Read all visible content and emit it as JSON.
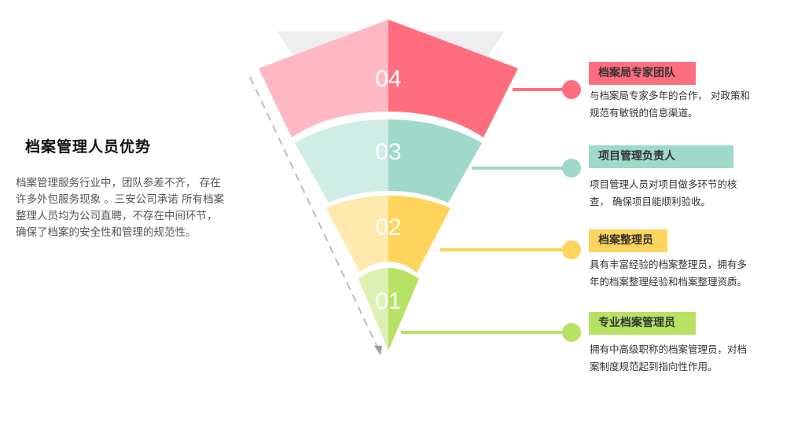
{
  "title": "档案管理人员优势",
  "intro": "档案管理服务行业中，团队参差不齐， 存在许多外包服务现象 。三安公司承诺 所有档案整理人员均为公司直聘，不存在中间环节，确保了档案的安全性和管理的规范性。",
  "levels": [
    {
      "number": "04",
      "label": "档案局专家团队",
      "desc": "与档案局专家多年的合作， 对政策和规范有敏锐的信息渠道。",
      "color": "#FF6E7F",
      "light": "#FFB8C2"
    },
    {
      "number": "03",
      "label": "项目管理负责人",
      "desc": "项目管理人员对项目做多环节的核查， 确保项目能顺利验收。",
      "color": "#9ED9C9",
      "light": "#CFEDE5"
    },
    {
      "number": "02",
      "label": "档案整理员",
      "desc": "具有丰富经验的档案整理员，拥有多年的档案整理经验和档案整理资质。",
      "color": "#FFD45C",
      "light": "#FFE9AC"
    },
    {
      "number": "01",
      "label": "专业档案管理员",
      "desc": "拥有中高级职称的档案管理员，对档案制度规范起到指向性作用。",
      "color": "#B7E263",
      "light": "#DCF0B2"
    }
  ]
}
